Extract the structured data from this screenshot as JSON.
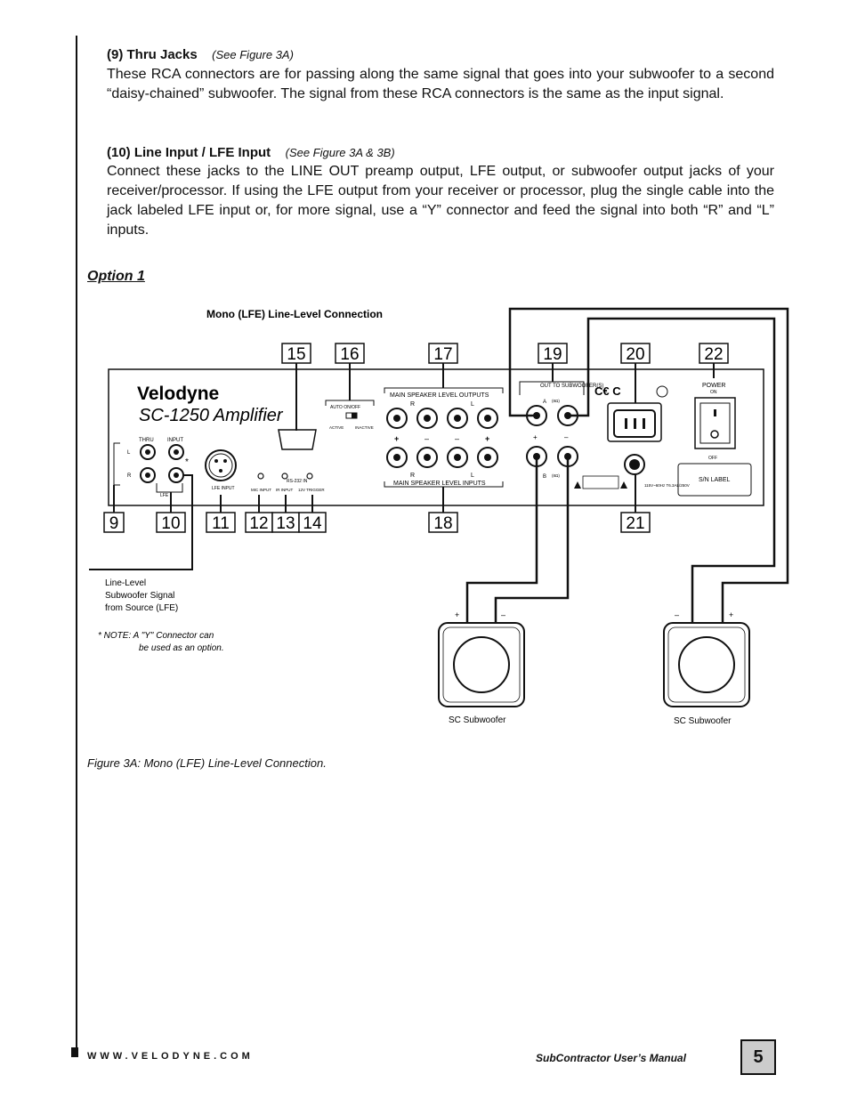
{
  "sections": {
    "thru": {
      "heading": "(9) Thru Jacks",
      "see": "(See Figure 3A)",
      "body": "These RCA connectors are for passing along the same signal that goes into your subwoofer to a second “daisy-chained” subwoofer. The signal from these RCA connectors is the same as the input signal."
    },
    "line_input": {
      "heading": "(10) Line Input / LFE Input",
      "see": "(See Figure 3A & 3B)",
      "body": "Connect these jacks to the LINE OUT preamp output, LFE output, or subwoofer output jacks of your receiver/processor.  If using the LFE output from your receiver or processor, plug the single cable into the jack labeled LFE input or, for more signal, use a “Y” connector and feed the signal into both “R” and “L” inputs."
    }
  },
  "option_title": "Option 1",
  "figure": {
    "title": "Mono (LFE) Line-Level Connection",
    "brand": "Velodyne",
    "model": "SC-1250 Amplifier",
    "callouts_top": [
      "15",
      "16",
      "17",
      "19",
      "20",
      "22"
    ],
    "callouts_bottom": [
      "9",
      "10",
      "11",
      "12",
      "13",
      "14",
      "18",
      "21"
    ],
    "labels": {
      "thru": "THRU",
      "input": "INPUT",
      "lfe": "LFE",
      "lfe_input": "LFE INPUT",
      "mic_input": "MIC INPUT",
      "ir_input": "IR INPUT",
      "trigger": "12V TRIGGER",
      "rs232": "RS-232 IN",
      "auto_onoff": "AUTO  ON/OFF",
      "active": "ACTIVE",
      "inactive": "INACTIVE",
      "main_outputs": "MAIN SPEAKER LEVEL  OUTPUTS",
      "main_inputs": "MAIN SPEAKER LEVEL  INPUTS",
      "r": "R",
      "l": "L",
      "out_to_sub": "OUT TO SUBWOOFER(S)",
      "a": "A",
      "b": "B",
      "ohm": "(8Ω)",
      "power": "POWER",
      "on": "ON",
      "off": "OFF",
      "sn_label": "S/N LABEL",
      "voltage": "115V~60Hz T6.3AL/250V",
      "plus": "+",
      "minus": "–",
      "star": "*"
    },
    "source_label": [
      "Line-Level",
      "Subwoofer Signal",
      "from Source (LFE)"
    ],
    "note": [
      "* NOTE:  A \"Y\" Connector can",
      "be used as an option."
    ],
    "sub_label": "SC Subwoofer"
  },
  "caption": "Figure 3A: Mono (LFE) Line-Level Connection.",
  "footer": {
    "website": "WWW.VELODYNE.COM",
    "manual": "SubContractor User’s Manual",
    "page": "5"
  }
}
